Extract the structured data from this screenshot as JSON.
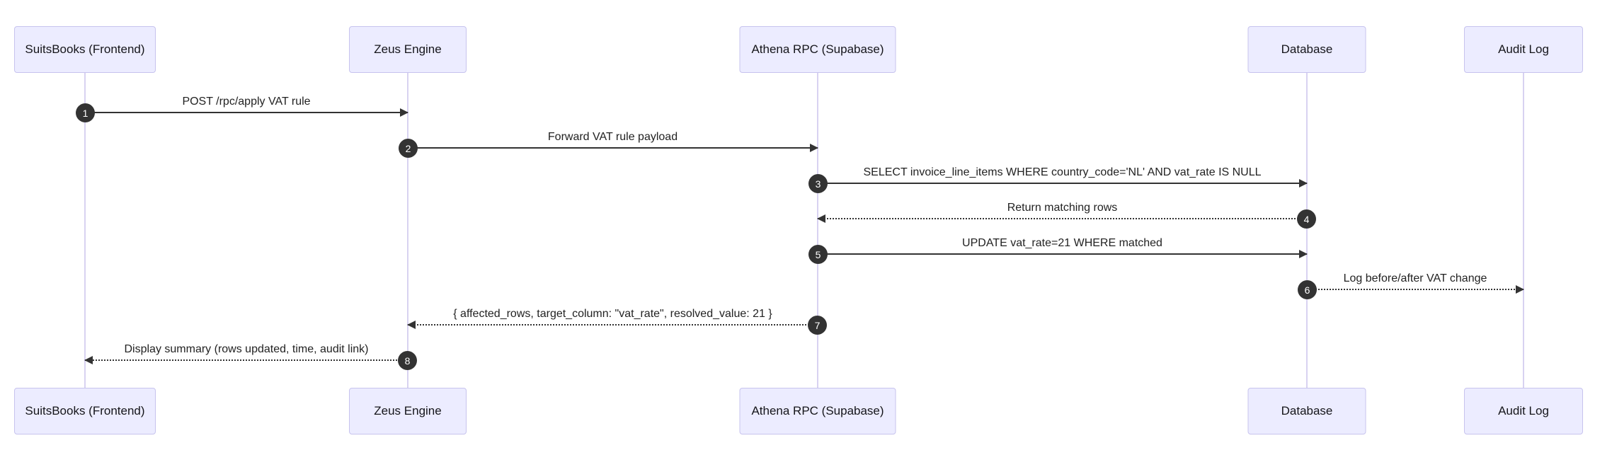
{
  "diagram": {
    "type": "sequence",
    "background": "#ffffff",
    "colors": {
      "actor_fill": "#ececff",
      "actor_border": "#c7c3ee",
      "lifeline": "#d8d2f1",
      "arrow": "#333333",
      "number_badge_bg": "#333333",
      "number_badge_text": "#ffffff",
      "message_text": "#222222"
    },
    "actors": [
      {
        "label": "SuitsBooks (Frontend)"
      },
      {
        "label": "Zeus Engine"
      },
      {
        "label": "Athena RPC (Supabase)"
      },
      {
        "label": "Database"
      },
      {
        "label": "Audit Log"
      }
    ],
    "messages": [
      {
        "num": "1",
        "from": "SuitsBooks (Frontend)",
        "to": "Zeus Engine",
        "label": "POST /rpc/apply VAT rule",
        "line": "solid",
        "direction": "right"
      },
      {
        "num": "2",
        "from": "Zeus Engine",
        "to": "Athena RPC (Supabase)",
        "label": "Forward VAT rule payload",
        "line": "solid",
        "direction": "right"
      },
      {
        "num": "3",
        "from": "Athena RPC (Supabase)",
        "to": "Database",
        "label": "SELECT invoice_line_items WHERE country_code='NL' AND vat_rate IS NULL",
        "line": "solid",
        "direction": "right"
      },
      {
        "num": "4",
        "from": "Database",
        "to": "Athena RPC (Supabase)",
        "label": "Return matching rows",
        "line": "dotted",
        "direction": "left"
      },
      {
        "num": "5",
        "from": "Athena RPC (Supabase)",
        "to": "Database",
        "label": "UPDATE vat_rate=21 WHERE matched",
        "line": "solid",
        "direction": "right"
      },
      {
        "num": "6",
        "from": "Database",
        "to": "Audit Log",
        "label": "Log before/after VAT change",
        "line": "dotted",
        "direction": "right"
      },
      {
        "num": "7",
        "from": "Athena RPC (Supabase)",
        "to": "Zeus Engine",
        "label": "{ affected_rows, target_column: \"vat_rate\", resolved_value: 21 }",
        "line": "dotted",
        "direction": "left"
      },
      {
        "num": "8",
        "from": "Zeus Engine",
        "to": "SuitsBooks (Frontend)",
        "label": "Display summary (rows updated, time, audit link)",
        "line": "dotted",
        "direction": "left"
      }
    ]
  }
}
